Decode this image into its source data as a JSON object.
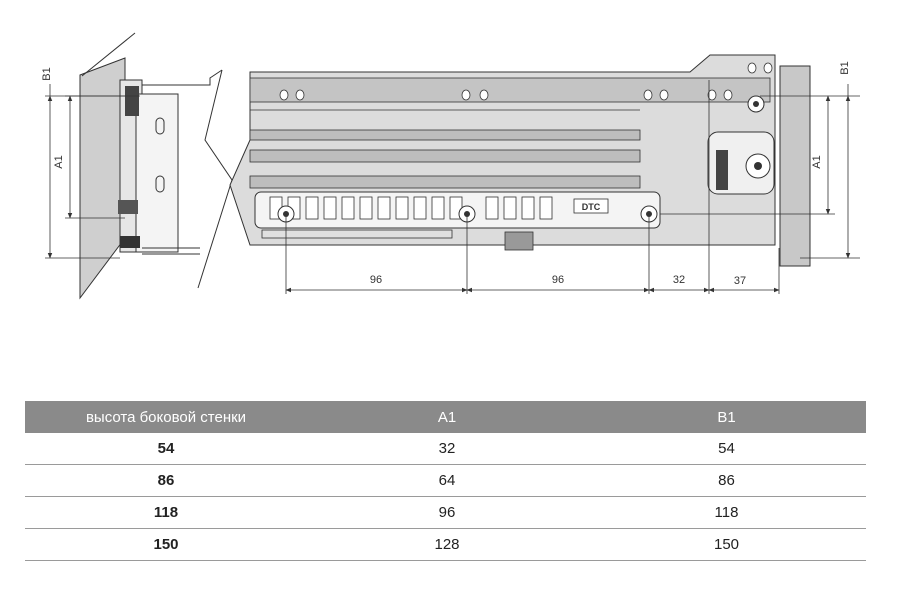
{
  "drawing": {
    "left": {
      "b1_label": "B1",
      "a1_label": "A1"
    },
    "right": {
      "b1_label": "B1",
      "a1_label": "A1"
    },
    "dimensions": [
      "96",
      "96",
      "32",
      "37"
    ],
    "brand_mark": "DTC"
  },
  "table": {
    "headers": [
      "высота боковой стенки",
      "A1",
      "B1"
    ],
    "rows": [
      [
        "54",
        "32",
        "54"
      ],
      [
        "86",
        "64",
        "86"
      ],
      [
        "118",
        "96",
        "118"
      ],
      [
        "150",
        "128",
        "150"
      ]
    ]
  },
  "colors": {
    "header_bg": "#8a8a8a",
    "line": "#333333",
    "wall_fill": "#cfcfcf",
    "rail_fill": "#bdbdbd"
  }
}
